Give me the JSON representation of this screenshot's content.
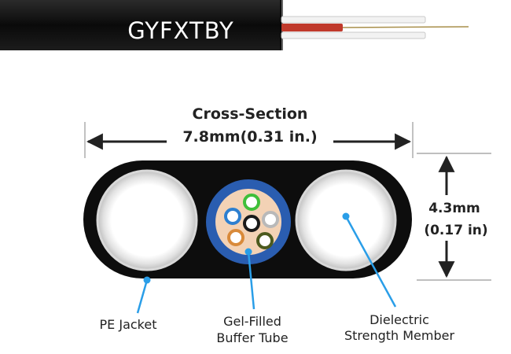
{
  "brand_label": "GYFXTBY",
  "cross_section": {
    "title": "Cross-Section",
    "width": "7.8mm(0.31 in.)",
    "height_mm": "4.3mm",
    "height_in": "(0.17 in)"
  },
  "labels": {
    "jacket": "PE Jacket",
    "tube_line1": "Gel-Filled",
    "tube_line2": "Buffer Tube",
    "member_line1": "Dielectric",
    "member_line2": "Strength Member"
  },
  "colors": {
    "jacket": "#0d0d0d",
    "buffer_tube": "#2a5db0",
    "gel": "#f3d2b5",
    "pointer": "#2a9ee8",
    "dimension": "#222222"
  },
  "fibers": [
    {
      "color": "#3fbf3a",
      "name": "green-fiber"
    },
    {
      "color": "#2d7fd0",
      "name": "blue-fiber"
    },
    {
      "color": "#1a1a1a",
      "name": "black-fiber"
    },
    {
      "color": "#b9b9b9",
      "name": "white-fiber"
    },
    {
      "color": "#d98a3a",
      "name": "orange-fiber"
    },
    {
      "color": "#4c5a1e",
      "name": "olive-fiber"
    }
  ]
}
